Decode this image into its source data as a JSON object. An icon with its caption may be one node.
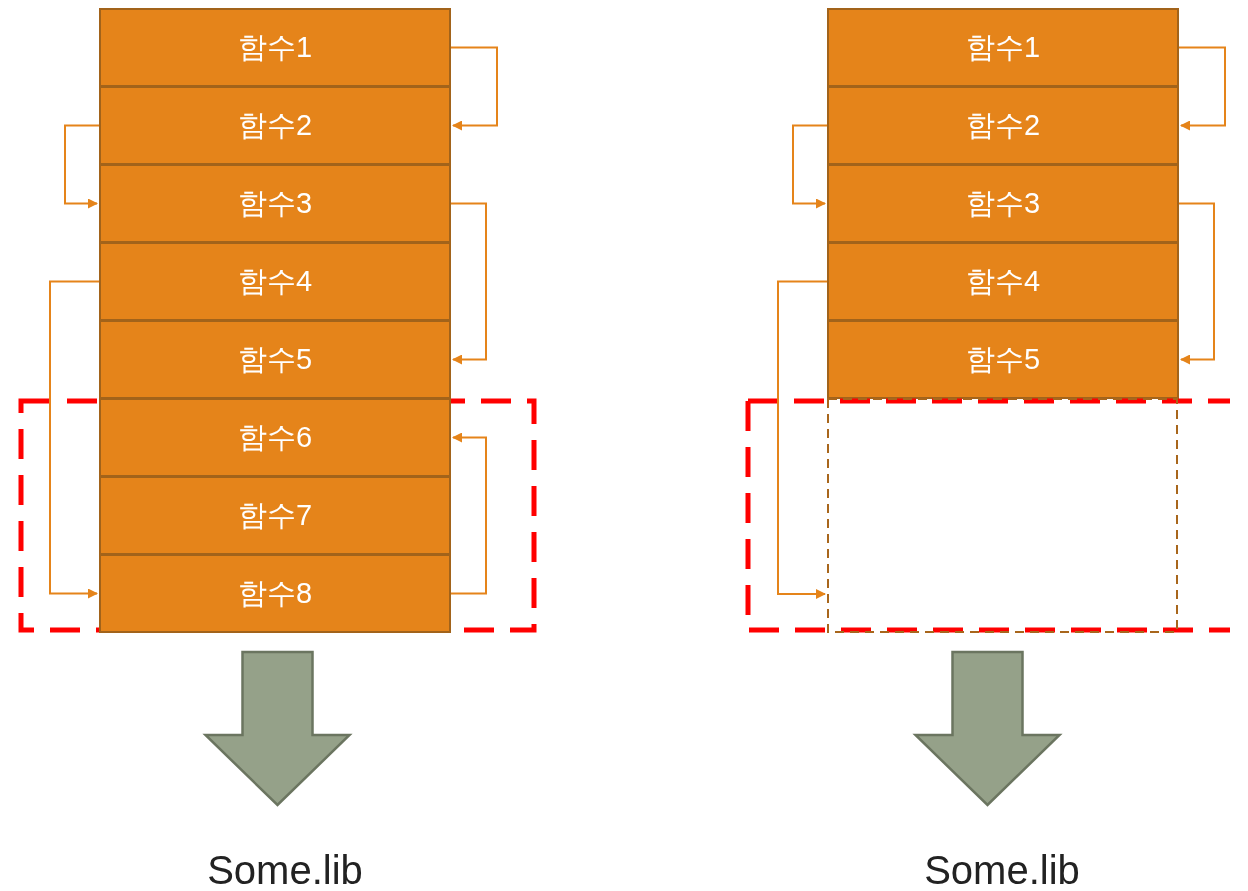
{
  "diagram": {
    "nodes": [
      {
        "text": [
          "함수1"
        ]
      },
      {
        "text": [
          "함수2"
        ]
      },
      {
        "text": [
          "함수3"
        ]
      },
      {
        "text": [
          "함수4"
        ]
      },
      {
        "text": [
          "함수5"
        ]
      },
      {
        "text": [],
        "shape": "box"
      },
      {
        "text": [
          "함수6"
        ],
        "in": 5
      },
      {
        "text": [
          "함수7"
        ],
        "in": 5
      },
      {
        "text": [
          "함수8"
        ],
        "in": 5
      },
      {
        "text": [
          "Some.lib"
        ]
      },
      {
        "text": [
          "함수1"
        ]
      },
      {
        "text": [
          "함수2"
        ]
      },
      {
        "text": [
          "함수3"
        ]
      },
      {
        "text": [
          "함수4"
        ]
      },
      {
        "text": [
          "함수5"
        ]
      },
      {
        "text": [],
        "shape": "box"
      },
      {
        "text": [],
        "shape": "box",
        "in": 15
      },
      {
        "text": [
          "Some.lib"
        ]
      }
    ],
    "edges": [
      {
        "from": 0,
        "to": 1,
        "arrow": "to"
      },
      {
        "from": 1,
        "to": 2,
        "arrow": "to"
      },
      {
        "from": 2,
        "to": 4,
        "arrow": "to"
      },
      {
        "from": 3,
        "to": 8,
        "arrow": "to"
      },
      {
        "from": 8,
        "to": 6,
        "arrow": "to"
      },
      {
        "from": 5,
        "to": 9,
        "arrow": "to",
        "style": "thick",
        "color": "#95a189"
      },
      {
        "from": 10,
        "to": 11,
        "arrow": "to"
      },
      {
        "from": 11,
        "to": 12,
        "arrow": "to"
      },
      {
        "from": 12,
        "to": 14,
        "arrow": "to"
      },
      {
        "from": 13,
        "to": 16,
        "arrow": "to"
      },
      {
        "from": 15,
        "to": 17,
        "arrow": "to",
        "style": "thick",
        "color": "#95a189"
      }
    ]
  }
}
